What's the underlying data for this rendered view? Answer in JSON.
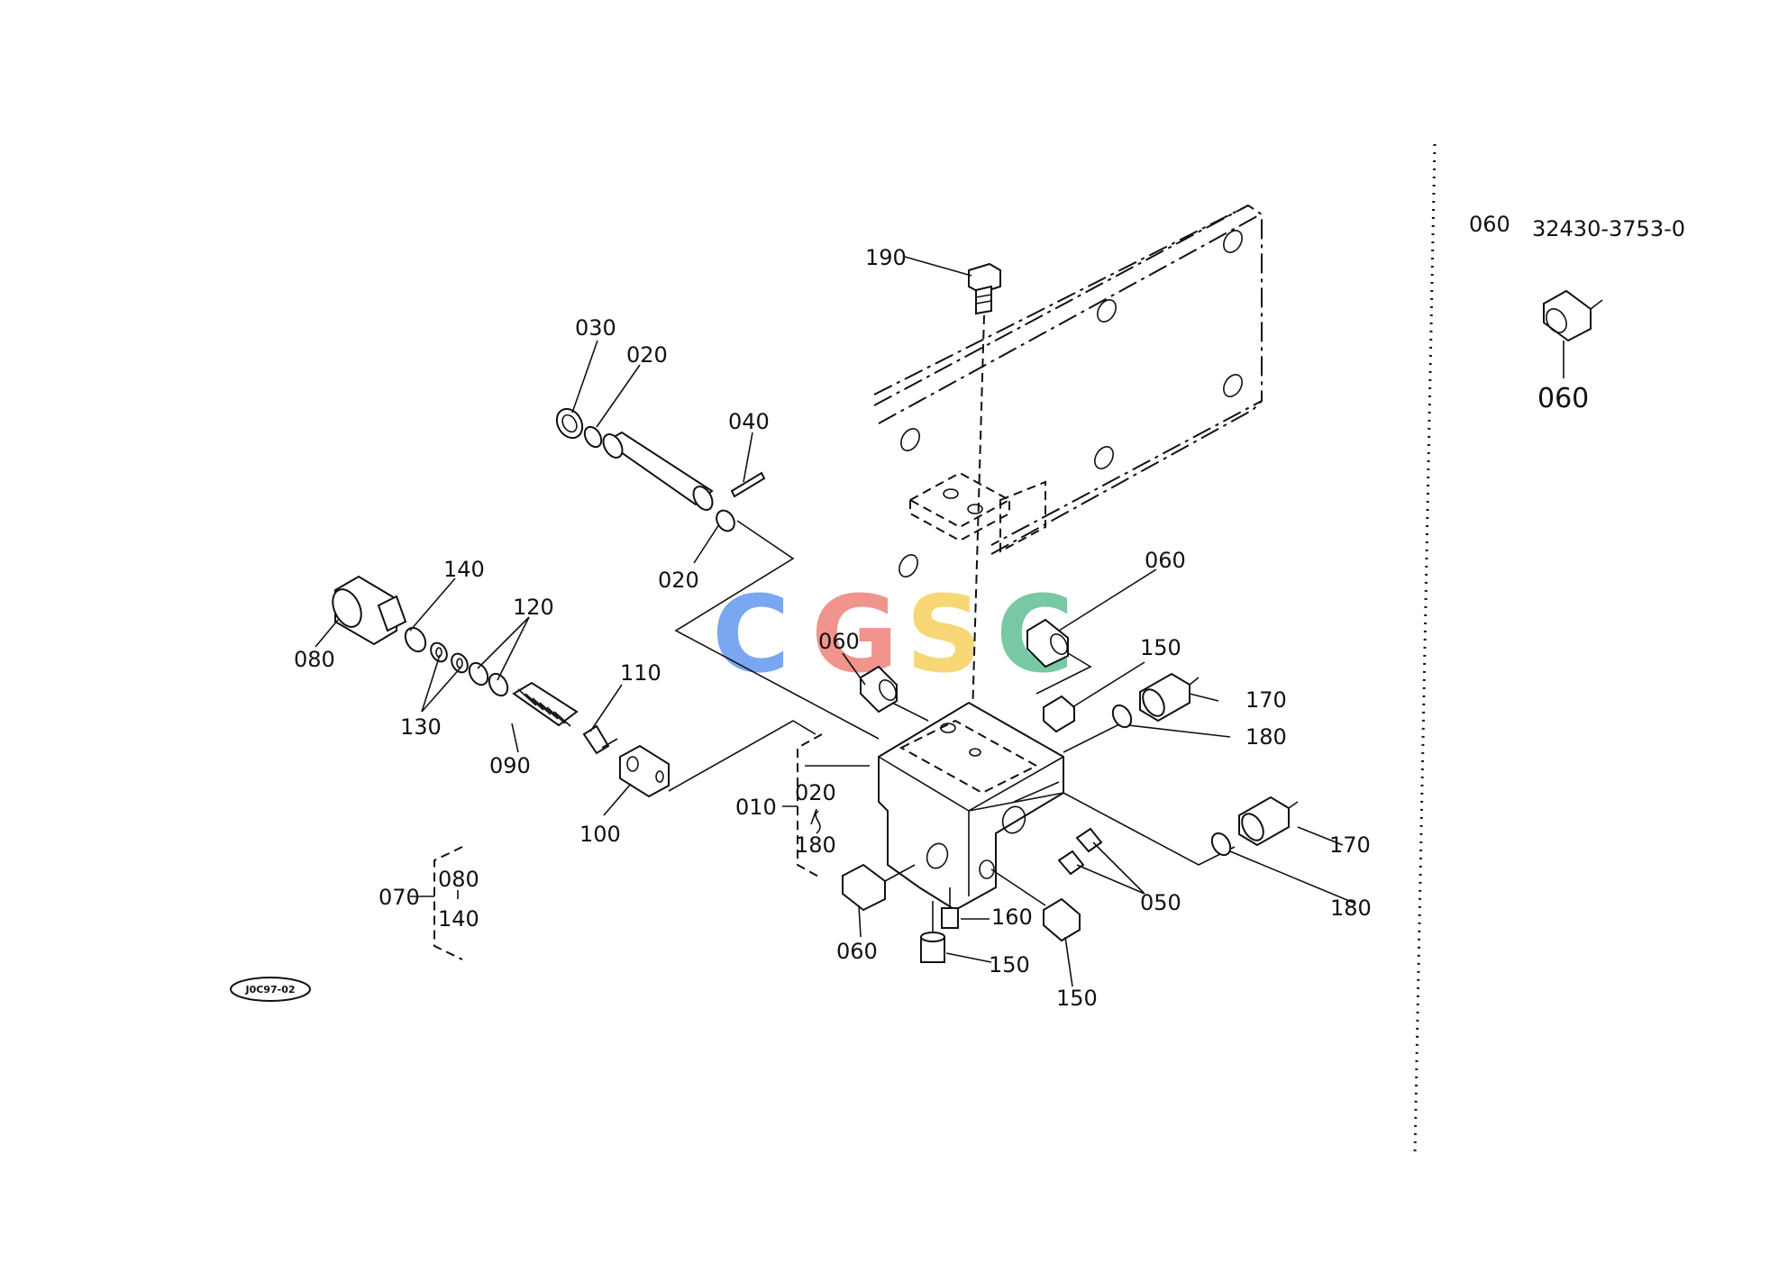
{
  "watermark": {
    "letters": [
      {
        "char": "C",
        "color": "#6ea0f0"
      },
      {
        "char": "G",
        "color": "#f08c84"
      },
      {
        "char": "S",
        "color": "#f7d46a"
      },
      {
        "char": "C",
        "color": "#6cc49c"
      }
    ]
  },
  "figure_code": "J0C97-02",
  "reference": {
    "index": "060",
    "part_number": "32430-3753-0",
    "callout": "060"
  },
  "callouts": {
    "c190": "190",
    "c030": "030",
    "c020a": "020",
    "c040": "040",
    "c020b": "020",
    "c140": "140",
    "c120": "120",
    "c080": "080",
    "c110": "110",
    "c130": "130",
    "c090": "090",
    "c100": "100",
    "c060a": "060",
    "c060b": "060",
    "c150a": "150",
    "c170a": "170",
    "c180a": "180",
    "c010": "010",
    "c020c": "020",
    "c180c": "180",
    "c170b": "170",
    "c050": "050",
    "c180b": "180",
    "c160": "160",
    "c060c": "060",
    "c150b": "150",
    "c150c": "150",
    "c070": "070",
    "c080b": "080",
    "c140b": "140"
  }
}
